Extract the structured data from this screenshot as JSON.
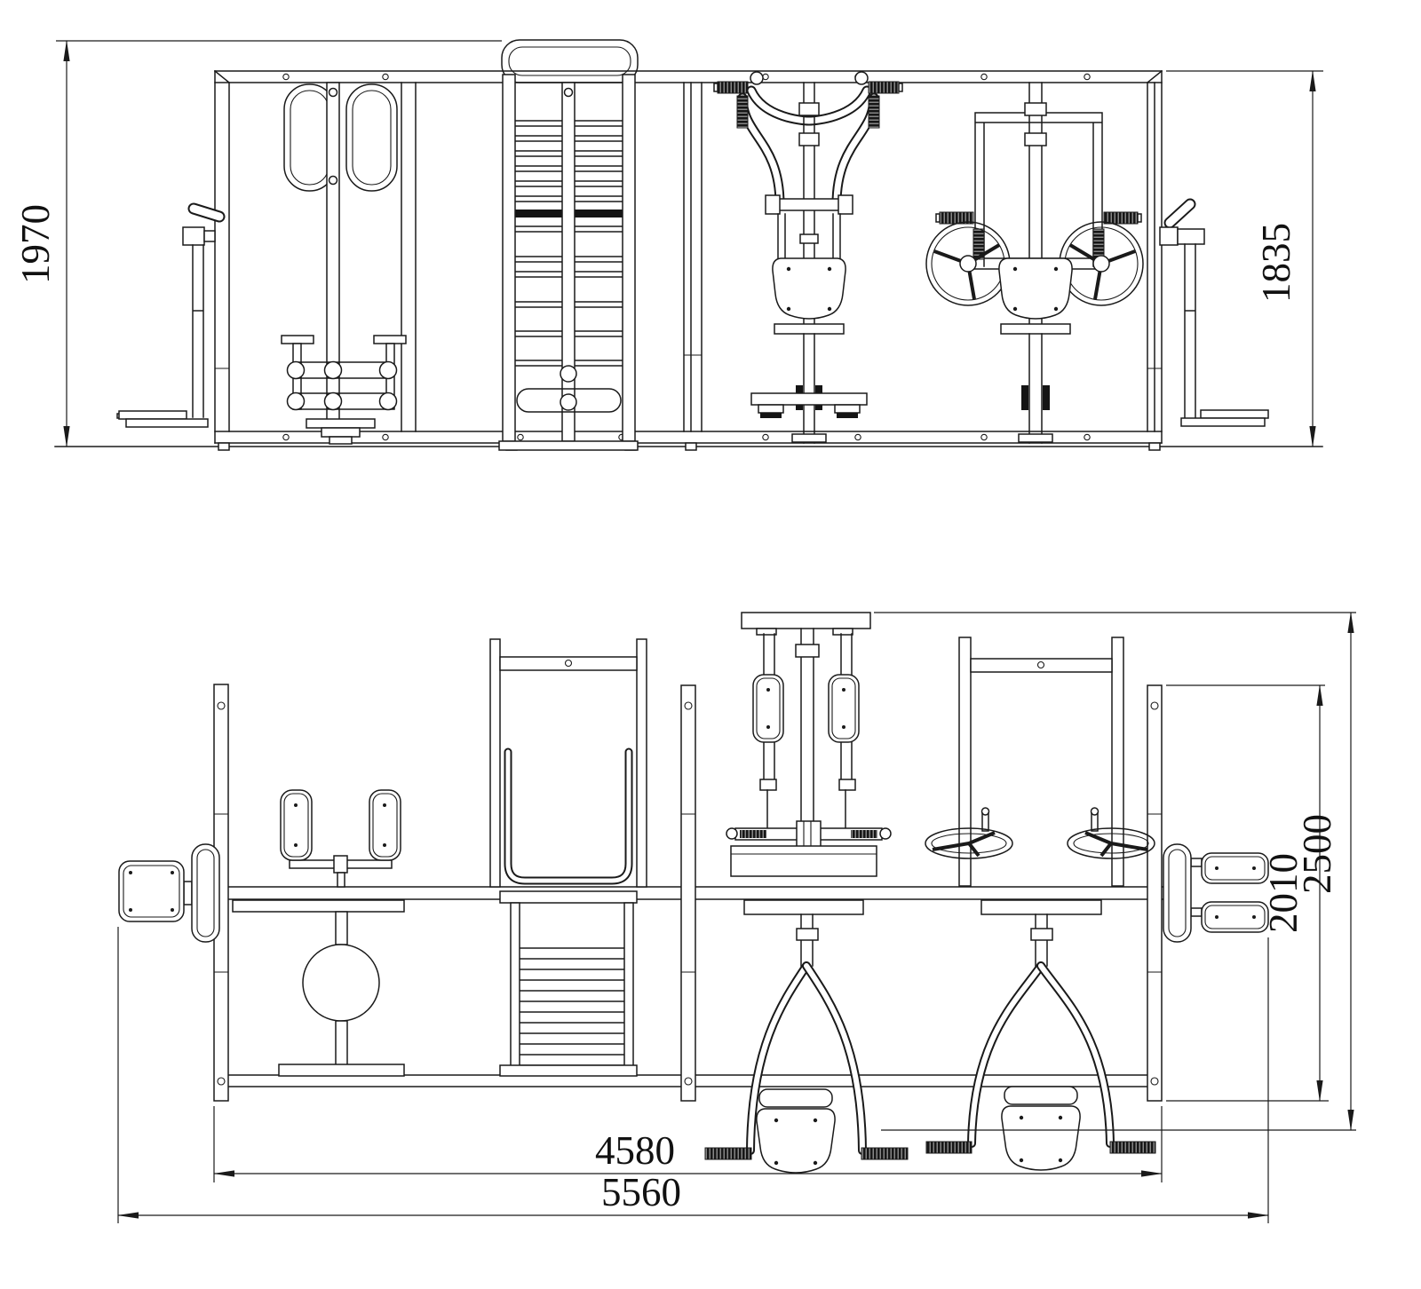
{
  "drawing": {
    "background": "#ffffff",
    "line_color": "#1a1a1a",
    "views": {
      "elevation": {
        "label": "front-elevation",
        "dim_overall_height": "1970",
        "dim_frame_height": "1835"
      },
      "plan": {
        "label": "top-plan",
        "dim_overall_depth": "2500",
        "dim_frame_depth": "2010",
        "dim_frame_width": "4580",
        "dim_overall_width": "5560"
      }
    }
  }
}
